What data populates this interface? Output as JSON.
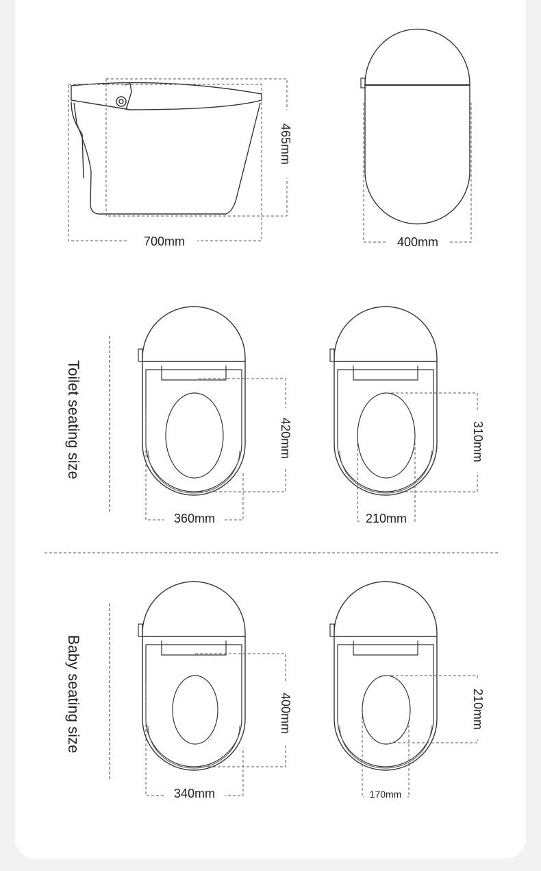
{
  "dimensions": {
    "side_depth": "700mm",
    "side_height": "465mm",
    "top_width": "400mm",
    "toilet_seat_width": "360mm",
    "toilet_seat_length": "420mm",
    "toilet_opening_width": "210mm",
    "toilet_opening_length": "310mm",
    "baby_seat_width": "340mm",
    "baby_seat_length": "400mm",
    "baby_opening_width": "170mm",
    "baby_opening_length": "210mm"
  },
  "labels": {
    "toilet_section": "Toilet seating size",
    "baby_section": "Baby seating size"
  },
  "colors": {
    "line": "#333333",
    "dash": "#555555",
    "background": "#f2f2f2",
    "card": "#ffffff"
  }
}
